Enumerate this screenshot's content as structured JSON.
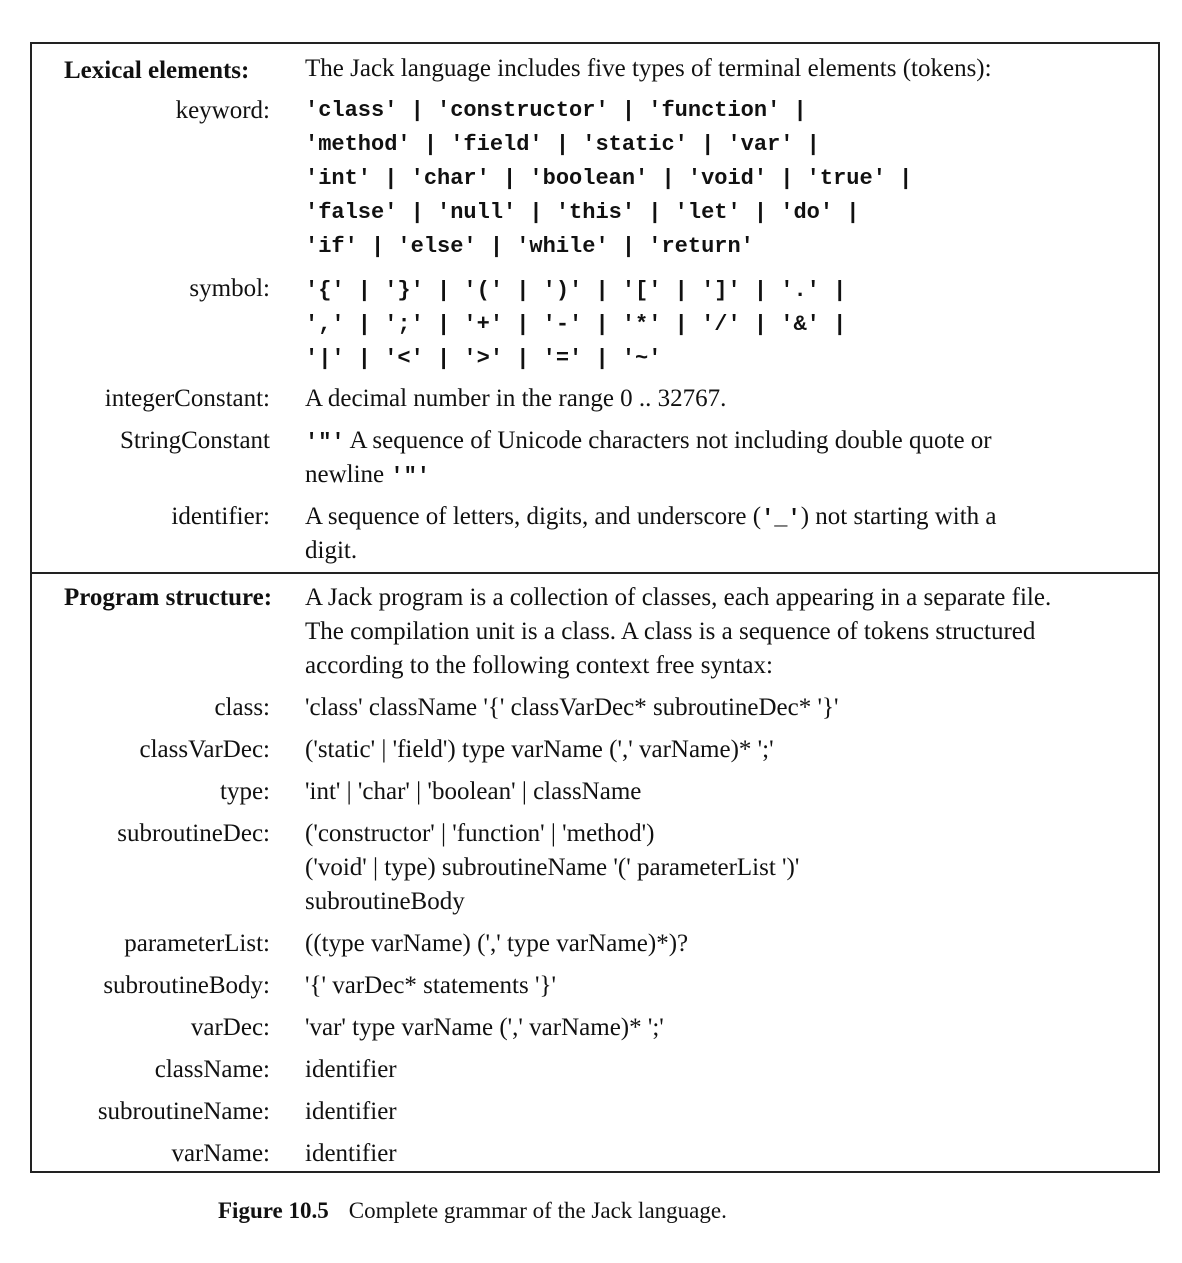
{
  "lexical": {
    "heading": "Lexical elements:",
    "intro": "The Jack language includes five types of terminal elements (tokens):",
    "keyword_label": "keyword:",
    "keyword_lines": [
      "'class' | 'constructor' | 'function' |",
      "'method' | 'field' | 'static' | 'var' |",
      "'int' | 'char' | 'boolean' | 'void' | 'true' |",
      "'false' | 'null' | 'this' | 'let' | 'do' |",
      "'if' | 'else' | 'while' | 'return'"
    ],
    "symbol_label": "symbol:",
    "symbol_lines": [
      "'{' | '}' | '(' | ')' | '[' | ']' | '.' |",
      "',' | ';' | '+' | '-' | '*' | '/' | '&' |",
      "'|' | '<' | '>' | '=' | '~'"
    ],
    "integer_label": "integerConstant:",
    "integer_text": "A decimal number in the range 0 .. 32767.",
    "string_label": "StringConstant",
    "string_quote": "'\"'",
    "string_text1": "A sequence of Unicode characters not including double quote or",
    "string_text2": "newline",
    "identifier_label": "identifier:",
    "identifier_text1": "A sequence of letters, digits, and underscore (",
    "identifier_underscore": "'_'",
    "identifier_text2": ") not starting with a",
    "identifier_text3": "digit."
  },
  "program": {
    "heading": "Program structure:",
    "intro_lines": [
      "A Jack program is a collection of classes, each appearing in a separate file.",
      "The compilation unit is a class. A class is a sequence of tokens structured",
      "according to the following context free syntax:"
    ],
    "rules": [
      {
        "label": "class:",
        "text": "'class' className '{' classVarDec* subroutineDec* '}'"
      },
      {
        "label": "classVarDec:",
        "text": "('static' | 'field') type varName (',' varName)* ';'"
      },
      {
        "label": "type:",
        "text": "'int' | 'char' | 'boolean' | className"
      },
      {
        "label": "subroutineDec:",
        "text": "('constructor' | 'function' | 'method')"
      },
      {
        "label": "",
        "text": "('void' | type) subroutineName '(' parameterList ')'"
      },
      {
        "label": "",
        "text": "subroutineBody"
      },
      {
        "label": "parameterList:",
        "text": "((type varName) (',' type varName)*)?"
      },
      {
        "label": "subroutineBody:",
        "text": "'{' varDec* statements '}'"
      },
      {
        "label": "varDec:",
        "text": "'var' type varName (',' varName)* ';'"
      },
      {
        "label": "className:",
        "text": "identifier"
      },
      {
        "label": "subroutineName:",
        "text": "identifier"
      },
      {
        "label": "varName:",
        "text": "identifier"
      }
    ]
  },
  "caption": {
    "number": "Figure 10.5",
    "text": "Complete grammar of the Jack language."
  }
}
